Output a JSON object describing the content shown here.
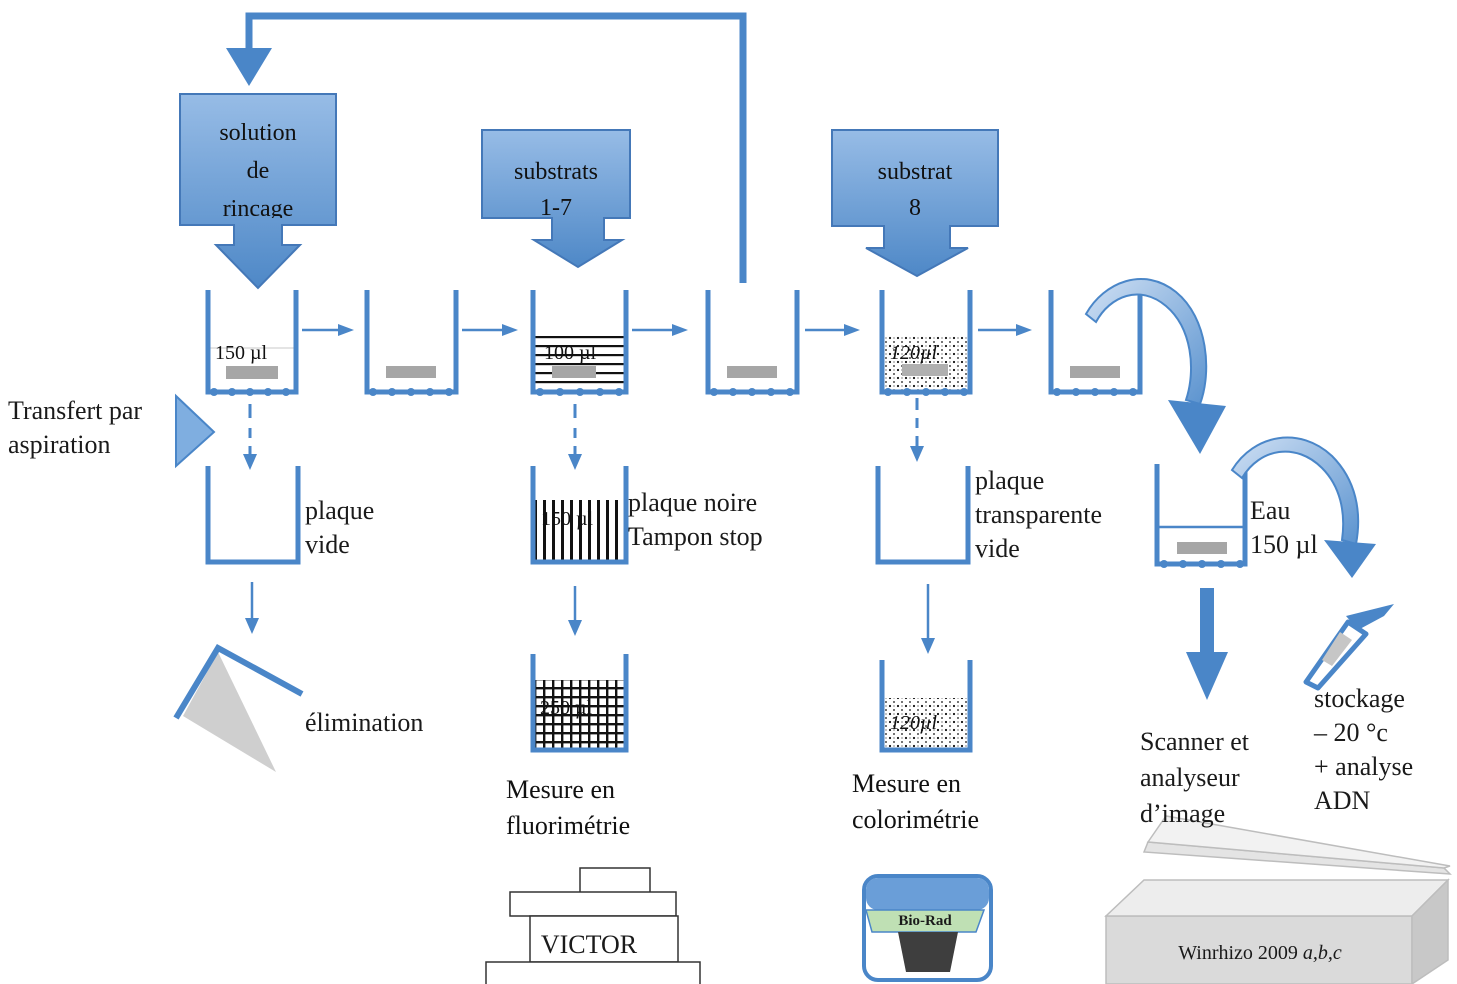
{
  "colors": {
    "accent_blue": "#4A86C8",
    "box_fill_top": "#8FB6E2",
    "box_fill_bottom": "#4E88C7",
    "pellet_gray": "#A6A6A6",
    "scanner_gray": "#D7D7D7"
  },
  "inputs": {
    "rinse": "solution\nde\nrincage",
    "substrats": "substrats\n1-7",
    "substrat8": "substrat\n8"
  },
  "volumes": {
    "w1": "150 µl",
    "w3": "100 µl",
    "w5": "120µl",
    "black_plate": "150 µl",
    "fluor": "250 µl",
    "color": "120µl"
  },
  "labels": {
    "transfer": "Transfert par\naspiration",
    "plaque_vide": "plaque\nvide",
    "elimination": "élimination",
    "plaque_noire": "plaque noire\nTampon stop",
    "plaque_transparente": "plaque\ntransparente\nvide",
    "eau": "Eau\n150 µl",
    "mesure_fluor": "Mesure en\nfluorimétrie",
    "mesure_color": "Mesure en\ncolorimétrie",
    "scanner": "Scanner et\nanalyseur\nd’image",
    "stockage": "stockage\n– 20 °c\n+ analyse\nADN"
  },
  "instruments": {
    "victor": "VICTOR",
    "biorad": "Bio-Rad",
    "winrhizo_prefix": "Winrhizo 2009 ",
    "winrhizo_suffix": "a,b,c"
  }
}
